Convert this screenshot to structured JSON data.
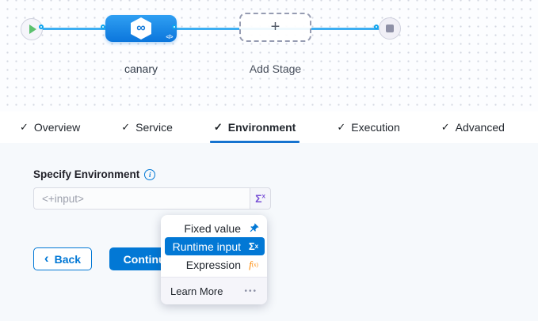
{
  "canvas": {
    "stage_label": "canary",
    "add_stage_label": "Add Stage",
    "plus_glyph": "+",
    "infinity_glyph": "∞",
    "code_badge_glyph": "</>"
  },
  "tabs": {
    "check_glyph": "✓",
    "active": "Environment",
    "items": [
      {
        "label": "Overview"
      },
      {
        "label": "Service"
      },
      {
        "label": "Environment"
      },
      {
        "label": "Execution"
      },
      {
        "label": "Advanced"
      }
    ]
  },
  "environment_form": {
    "label": "Specify Environment",
    "info_glyph": "i",
    "input_placeholder": "<+input>",
    "input_value": "",
    "sigma_glyph": "Σ",
    "sigma_sup": "x"
  },
  "footer_buttons": {
    "back_chevron": "‹",
    "back_label": "Back",
    "continue_label": "Continue"
  },
  "value_type_menu": {
    "selected": "Runtime input",
    "items": [
      {
        "label": "Fixed value"
      },
      {
        "label": "Runtime input"
      },
      {
        "label": "Expression"
      }
    ],
    "sigma_glyph": "Σ",
    "sigma_sup": "x",
    "fx_glyph": "f",
    "fx_sub": "(x)",
    "learn_more_label": "Learn More",
    "ellipsis_glyph": "•••"
  },
  "colors": {
    "accent_blue": "#0278d5",
    "flow_line_blue": "#3caef2",
    "node_gradient_top": "#2f9ff2",
    "node_gradient_bottom": "#0b76dc",
    "play_green": "#5cc16e",
    "expression_orange": "#ff8800",
    "sigma_purple": "#7a52d6",
    "tab_underline": "#1673cf"
  }
}
